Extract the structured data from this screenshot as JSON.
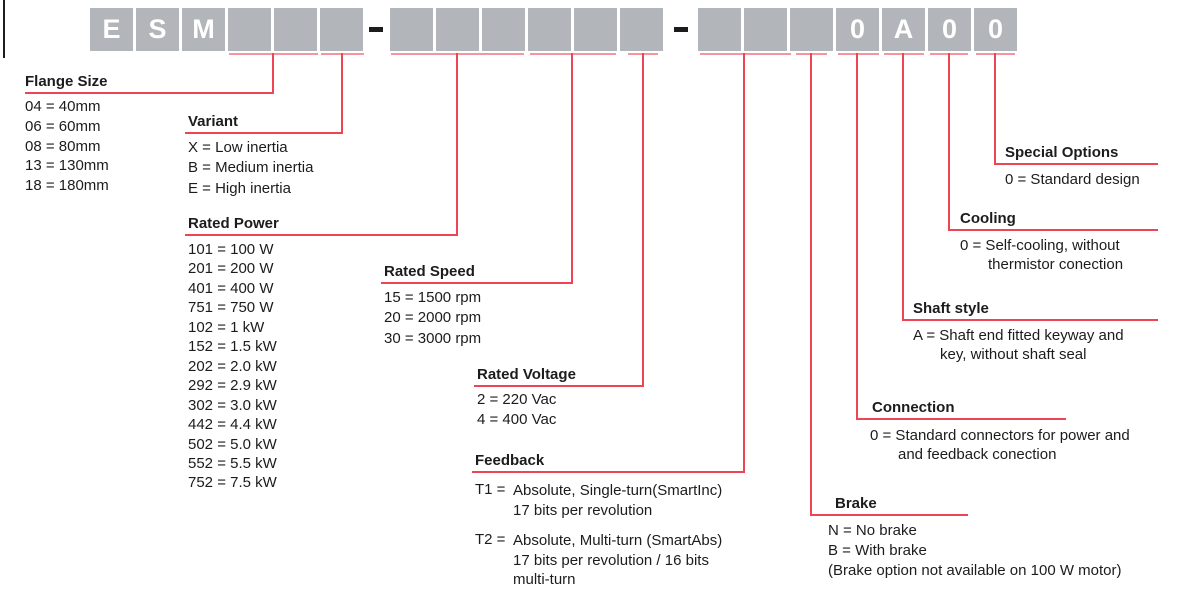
{
  "colors": {
    "box_gray": "#b2b6ba",
    "accent_red": "#ee4454",
    "light_red": "#f6959e",
    "text": "#1c1c1e"
  },
  "model_code": {
    "prefix": "ESM",
    "suffix_shown": "0A00",
    "separator": "-",
    "chars": [
      "E",
      "S",
      "M",
      "",
      "",
      "",
      "",
      "",
      "",
      "",
      "",
      "",
      "",
      "",
      "",
      "0",
      "A",
      "0",
      "0"
    ]
  },
  "sections": {
    "flange_size": {
      "heading": "Flange Size",
      "items": [
        "04 = 40mm",
        "06 = 60mm",
        "08 = 80mm",
        "13 = 130mm",
        "18 = 180mm"
      ]
    },
    "variant": {
      "heading": "Variant",
      "items": [
        "X = Low inertia",
        "B = Medium inertia",
        "E = High inertia"
      ]
    },
    "rated_power": {
      "heading": "Rated Power",
      "items": [
        "101 = 100 W",
        "201 = 200 W",
        "401 = 400 W",
        "751 = 750 W",
        "102 = 1 kW",
        "152 = 1.5 kW",
        "202 = 2.0 kW",
        "292 = 2.9 kW",
        "302 = 3.0 kW",
        "442 = 4.4 kW",
        "502 = 5.0 kW",
        "552 = 5.5 kW",
        "752 = 7.5 kW"
      ]
    },
    "rated_speed": {
      "heading": "Rated Speed",
      "items": [
        "15 = 1500 rpm",
        "20 = 2000 rpm",
        "30 = 3000 rpm"
      ]
    },
    "rated_voltage": {
      "heading": "Rated Voltage",
      "items": [
        "2 = 220 Vac",
        "4 = 400 Vac"
      ]
    },
    "feedback": {
      "heading": "Feedback",
      "entries": [
        {
          "code": "T1 =",
          "lines": [
            "Absolute, Single-turn(SmartInc)",
            "17 bits per revolution"
          ]
        },
        {
          "code": "T2 =",
          "lines": [
            "Absolute, Multi-turn (SmartAbs)",
            "17 bits per revolution / 16 bits",
            "multi-turn"
          ]
        }
      ]
    },
    "brake": {
      "heading": "Brake",
      "items": [
        "N = No brake",
        "B = With brake",
        "(Brake option not available on 100 W motor)"
      ]
    },
    "connection": {
      "heading": "Connection",
      "lines": [
        "0 = Standard connectors for power and",
        "and feedback conection"
      ]
    },
    "shaft_style": {
      "heading": "Shaft style",
      "lines": [
        "A = Shaft end fitted keyway and",
        "key, without shaft seal"
      ]
    },
    "cooling": {
      "heading": "Cooling",
      "lines": [
        "0 = Self-cooling, without",
        "thermistor conection"
      ]
    },
    "special_options": {
      "heading": "Special Options",
      "lines": [
        "0 = Standard design"
      ]
    }
  }
}
